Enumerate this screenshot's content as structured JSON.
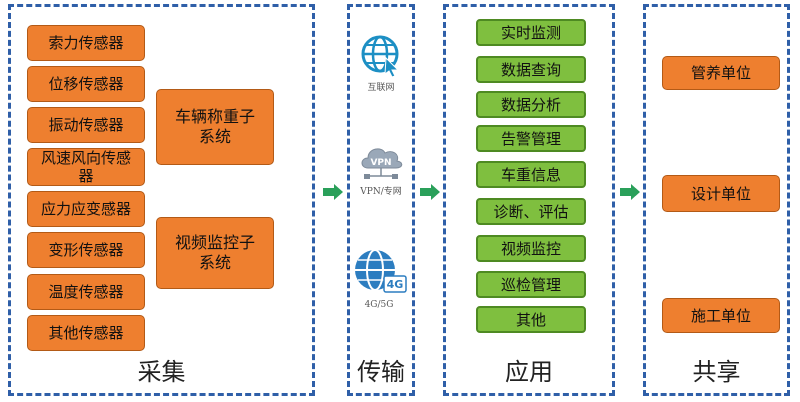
{
  "collect": {
    "title": "采集",
    "sensors": [
      "索力传感器",
      "位移传感器",
      "振动传感器",
      "风速风向传感器",
      "应力应变感器",
      "变形传感器",
      "温度传感器",
      "其他传感器"
    ],
    "subsystems": [
      "车辆称重子系统",
      "视频监控子系统"
    ]
  },
  "transmit": {
    "title": "传输",
    "items": [
      {
        "icon": "globe-cursor-icon",
        "label": "互联网"
      },
      {
        "icon": "vpn-cloud-icon",
        "label": "VPN/专网"
      },
      {
        "icon": "globe-4g-icon",
        "label": "4G/5G"
      }
    ],
    "badge_4g": "4G"
  },
  "apply": {
    "title": "应用",
    "items": [
      "实时监测",
      "数据查询",
      "数据分析",
      "告警管理",
      "车重信息",
      "诊断、评估",
      "视频监控",
      "巡检管理",
      "其他"
    ]
  },
  "share": {
    "title": "共享",
    "items": [
      "管养单位",
      "设计单位",
      "施工单位"
    ]
  },
  "colors": {
    "panel_border": "#2f5fa8",
    "sensor_box": "#ee7f2f",
    "app_box": "#7fbf3f",
    "arrow": "#2aa05a"
  }
}
